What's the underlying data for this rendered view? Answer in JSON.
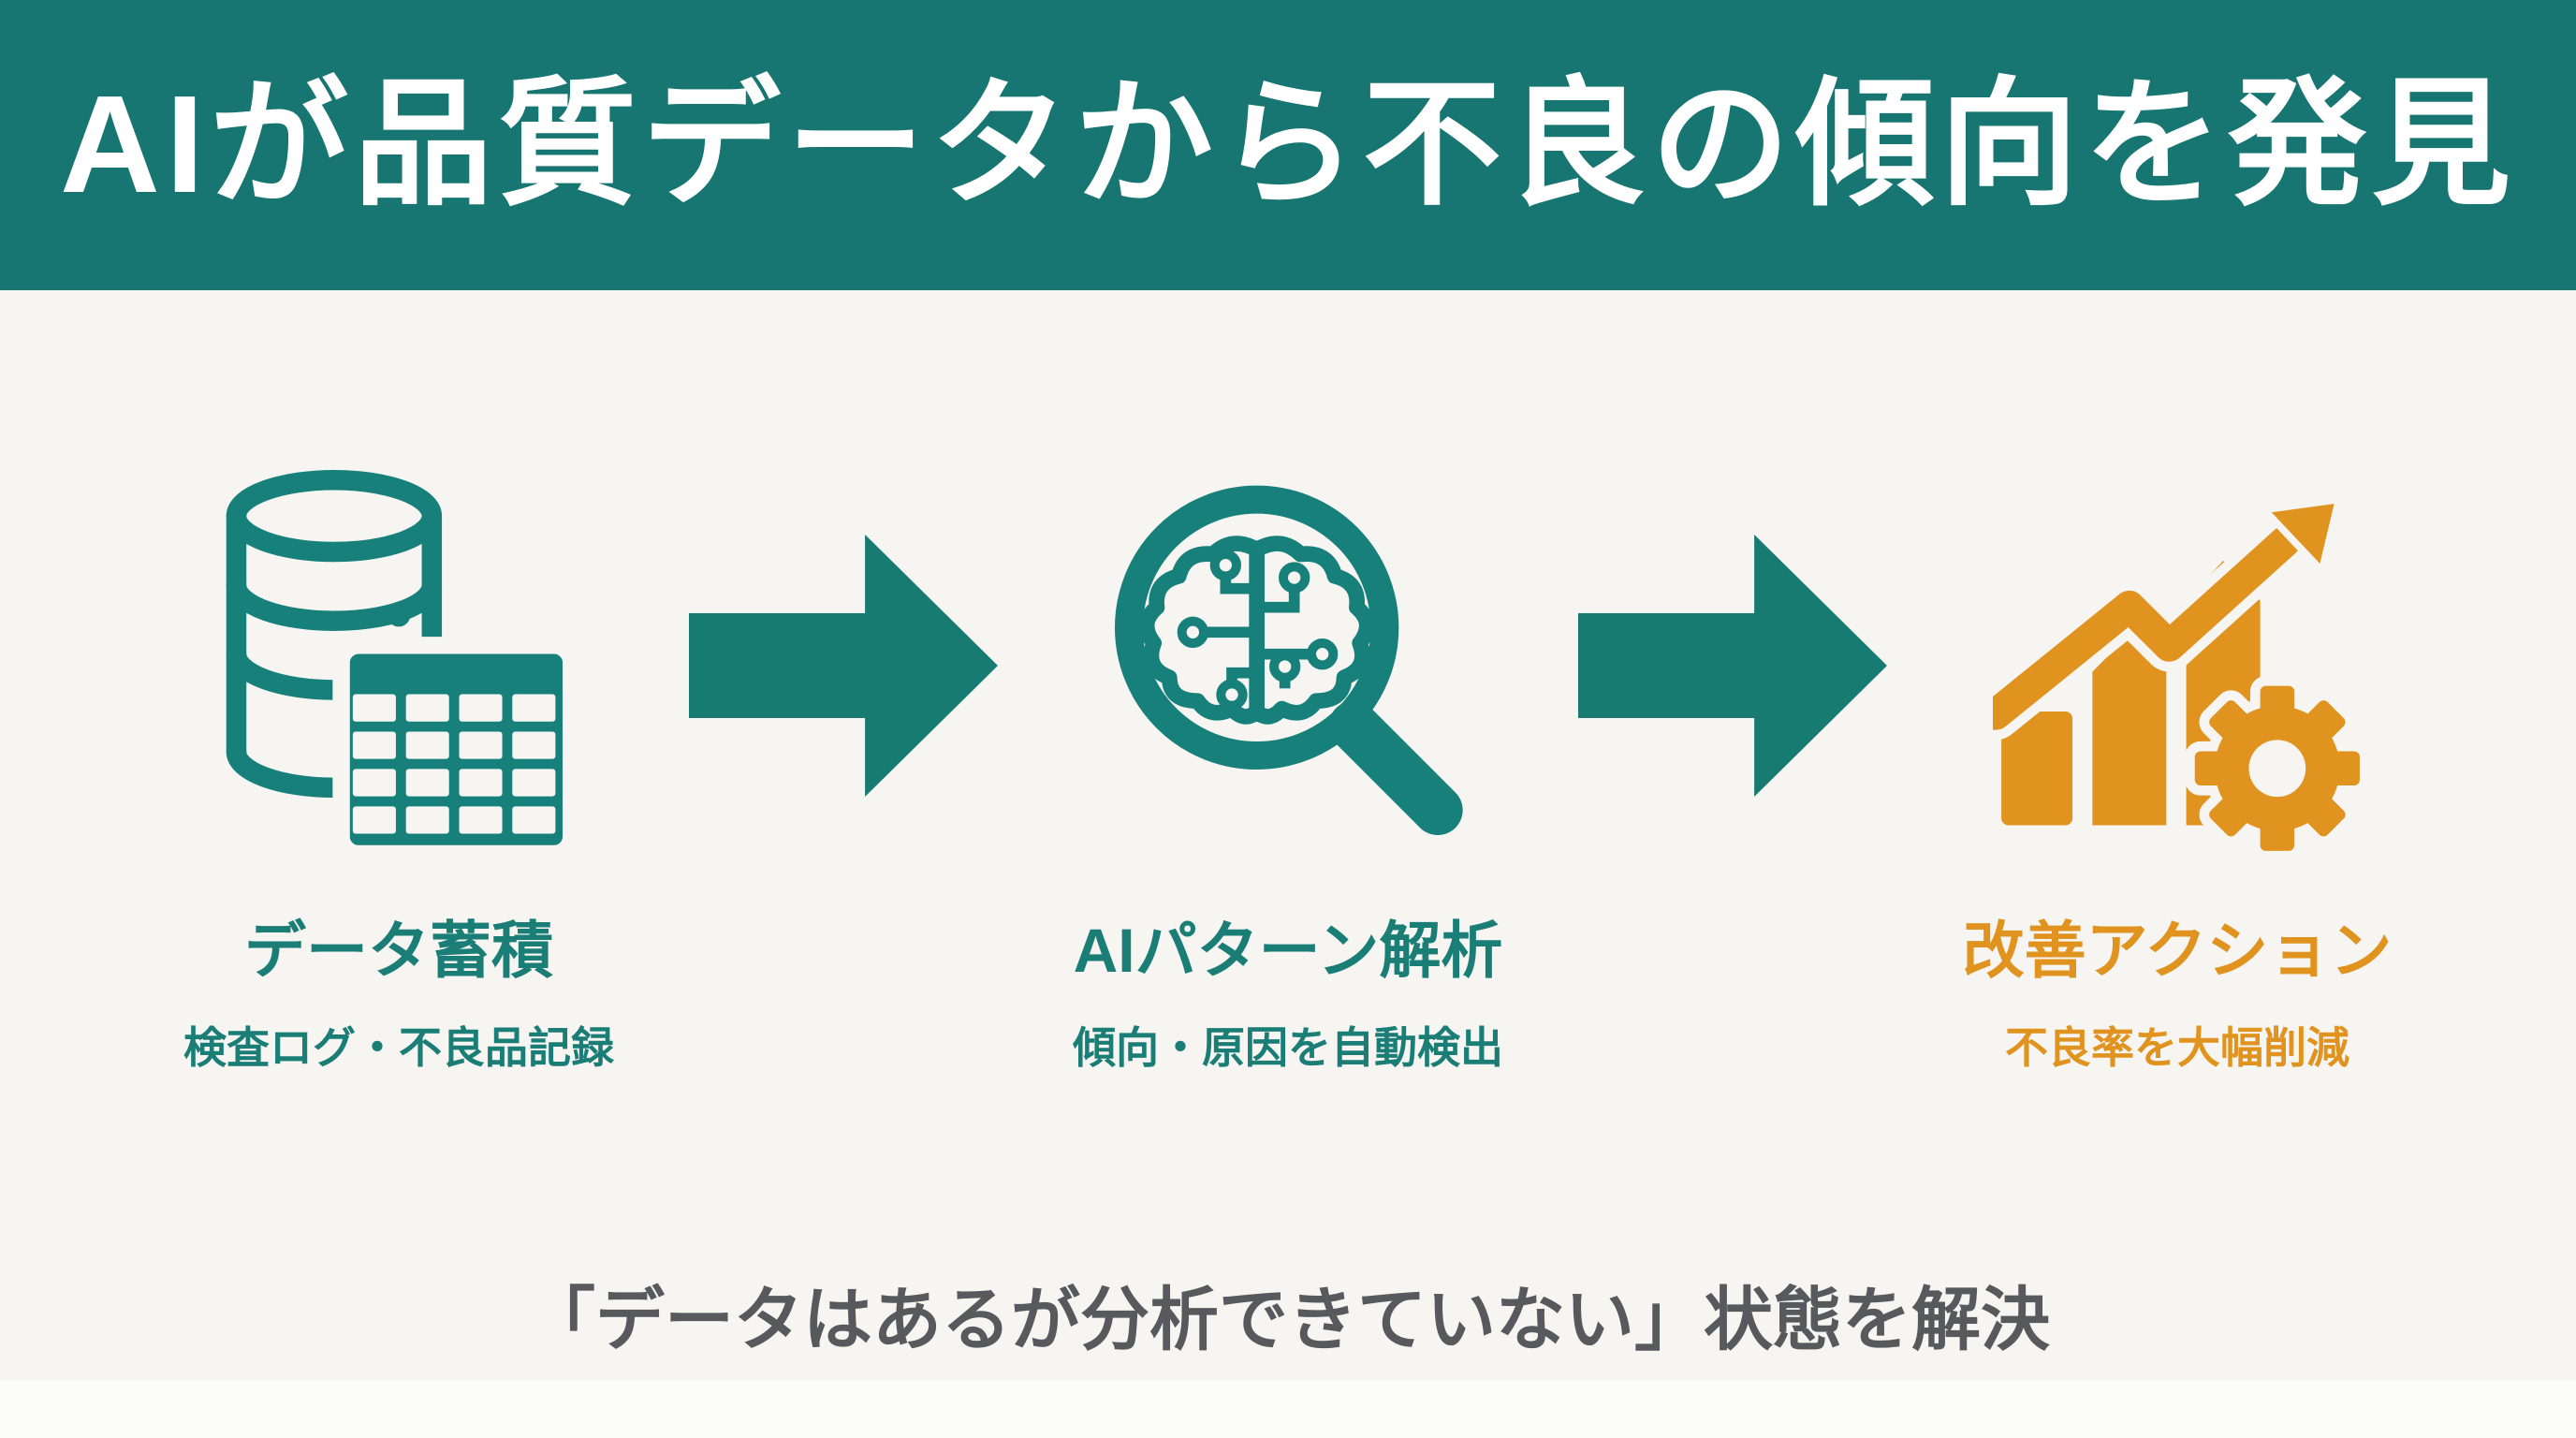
{
  "banner": {
    "title": "AIが品質データから不良の傾向を発見",
    "background": "#187672",
    "text_color": "#FFFFFF"
  },
  "steps": [
    {
      "id": "data-accumulation",
      "icon": "database-table-icon",
      "title": "データ蓄積",
      "subtitle": "検査ログ・不良品記録",
      "accent": "#1B7E76"
    },
    {
      "id": "ai-pattern-analysis",
      "icon": "brain-magnifier-icon",
      "title": "AIパターン解析",
      "subtitle": "傾向・原因を自動検出",
      "accent": "#1B7E76"
    },
    {
      "id": "improvement-action",
      "icon": "growth-chart-gear-icon",
      "title": "改善アクション",
      "subtitle": "不良率を大幅削減",
      "accent": "#E0941F"
    }
  ],
  "flow": {
    "arrow_icon": "flow-arrow-icon",
    "arrow_color": "#177B72"
  },
  "caption": {
    "text": "「データはあるが分析できていない」状態を解決",
    "color": "#58595D"
  },
  "colors": {
    "background": "#F6F5F2",
    "teal_icon": "#17807A",
    "orange_icon": "#E0941F"
  }
}
